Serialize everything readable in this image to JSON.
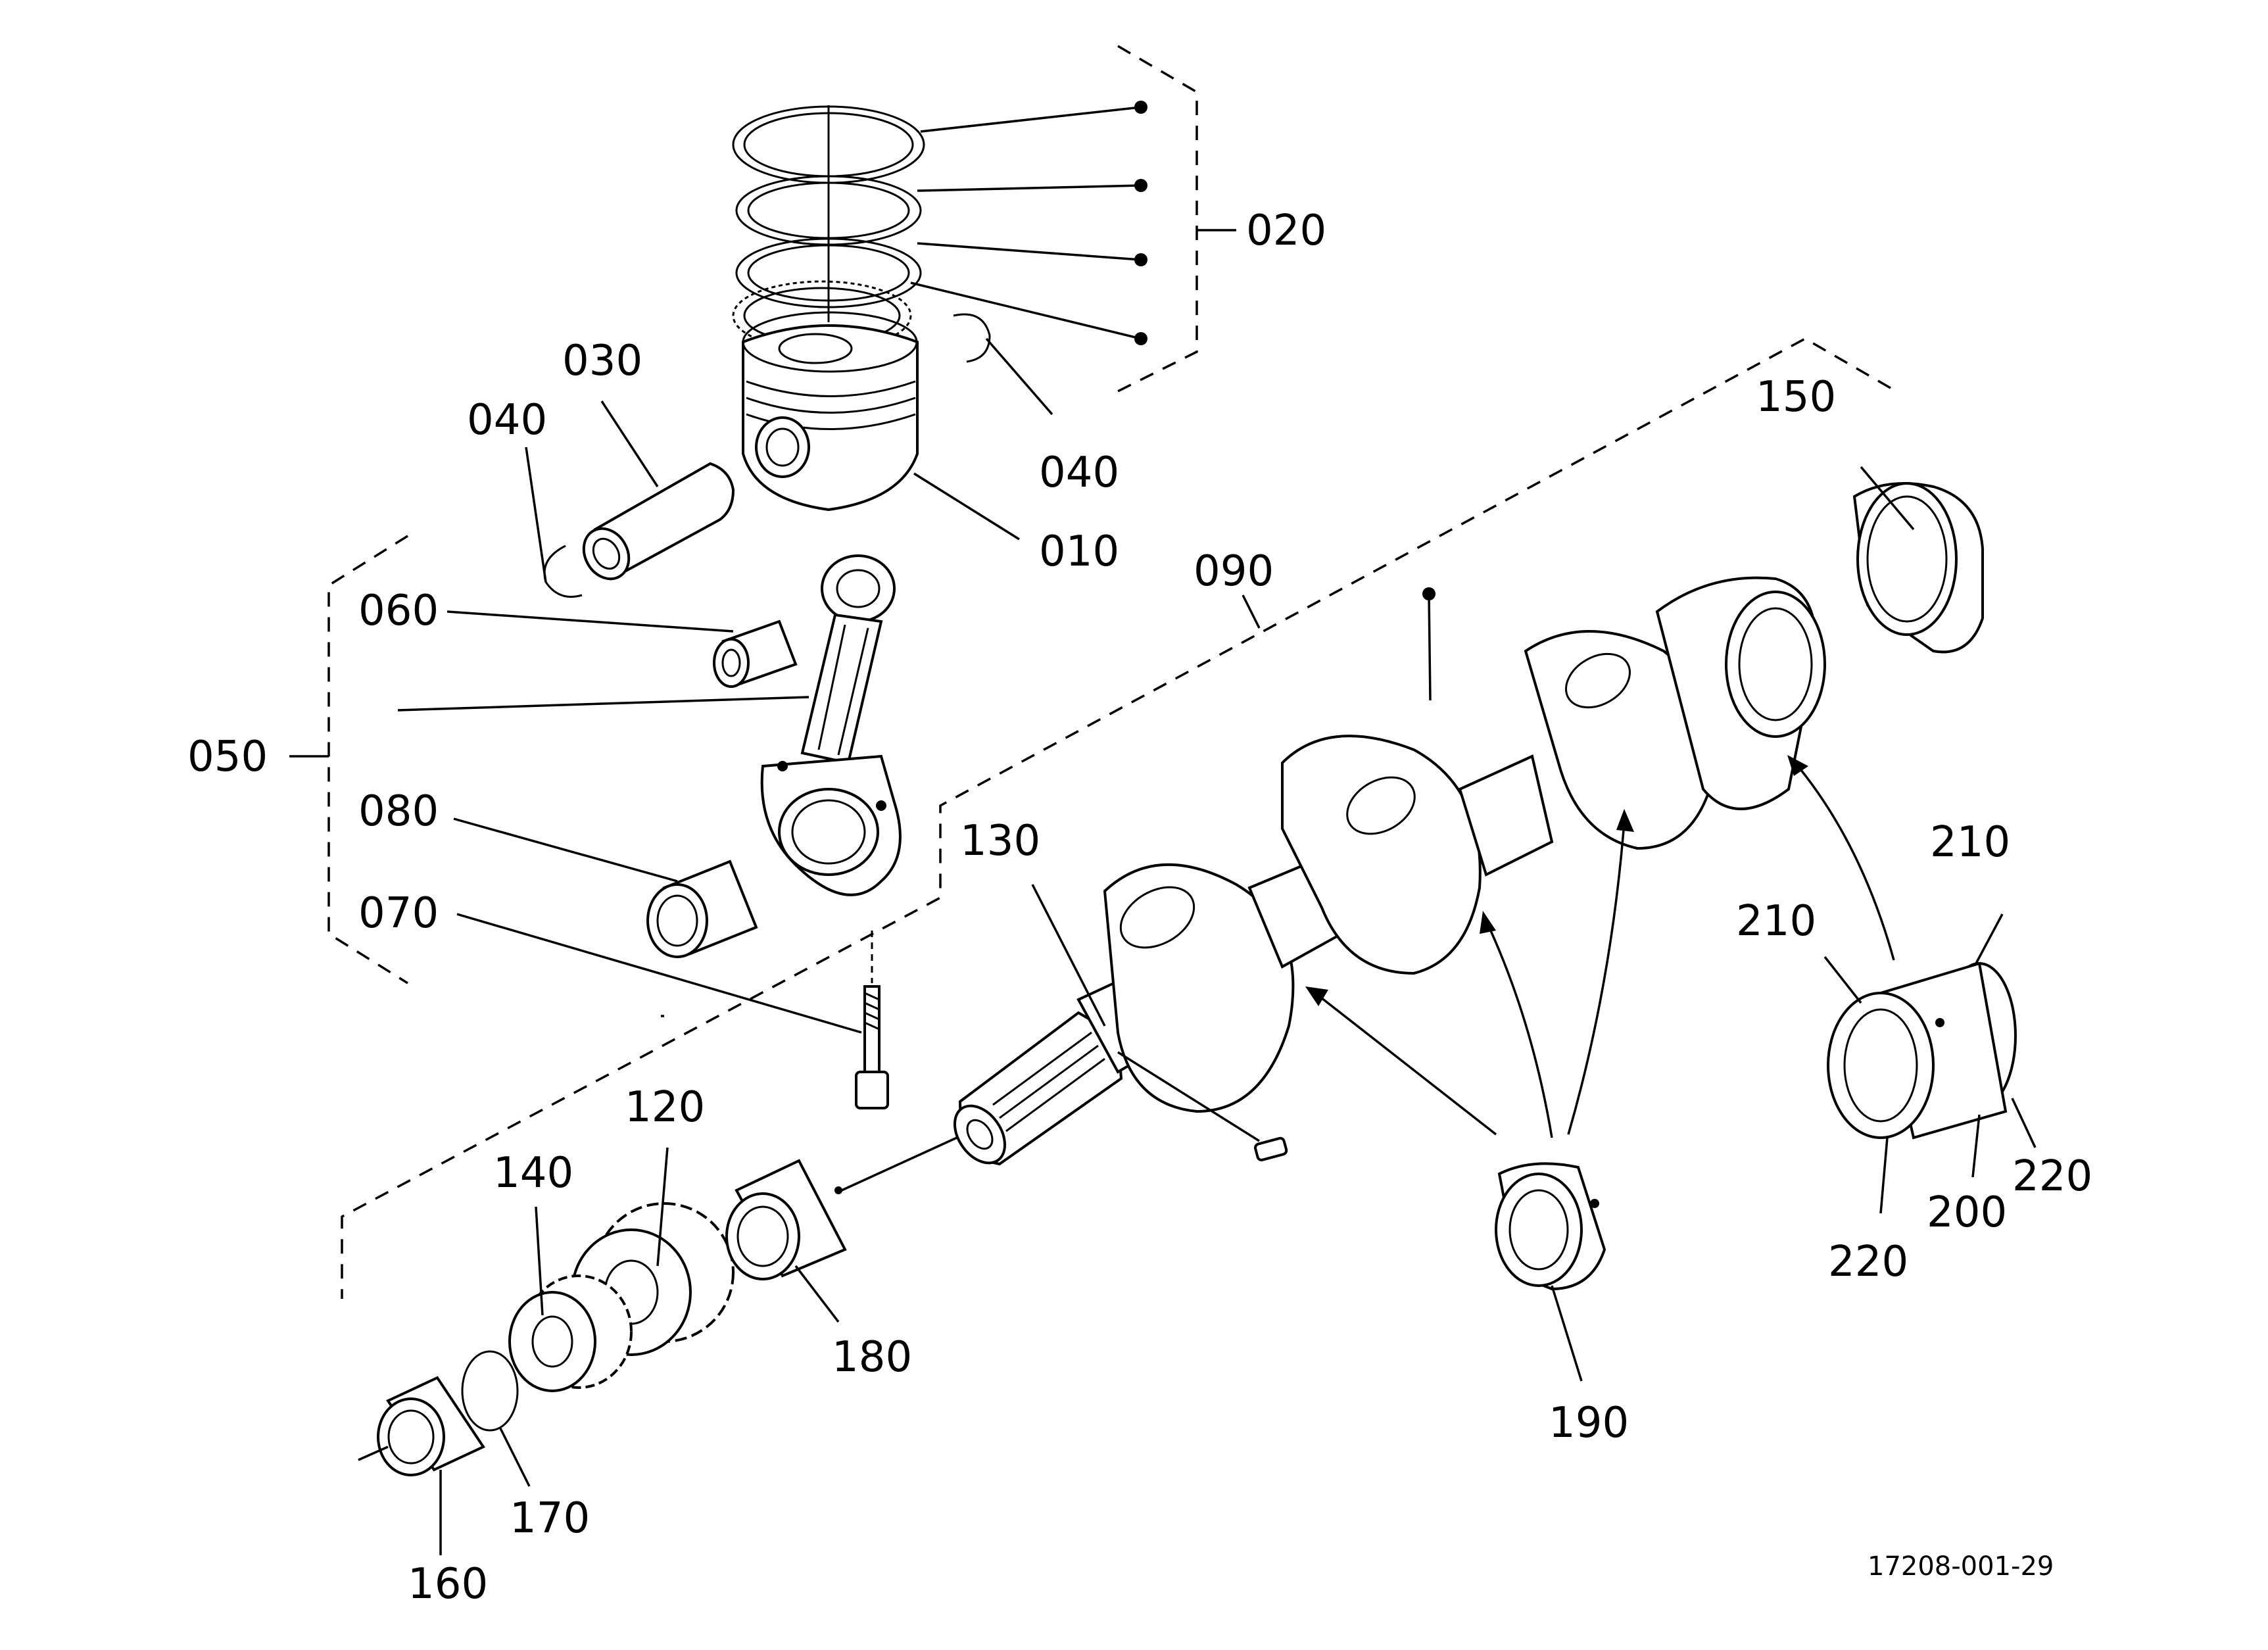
{
  "diagram": {
    "reference": "17208-001-29",
    "callouts": {
      "c010": "010",
      "c020": "020",
      "c030": "030",
      "c040a": "040",
      "c040b": "040",
      "c050": "050",
      "c060": "060",
      "c070": "070",
      "c080": "080",
      "c090": "090",
      "c120": "120",
      "c130": "130",
      "c140": "140",
      "c150": "150",
      "c160": "160",
      "c170": "170",
      "c180": "180",
      "c190": "190",
      "c200": "200",
      "c210a": "210",
      "c210b": "210",
      "c220a": "220",
      "c220b": "220"
    }
  }
}
